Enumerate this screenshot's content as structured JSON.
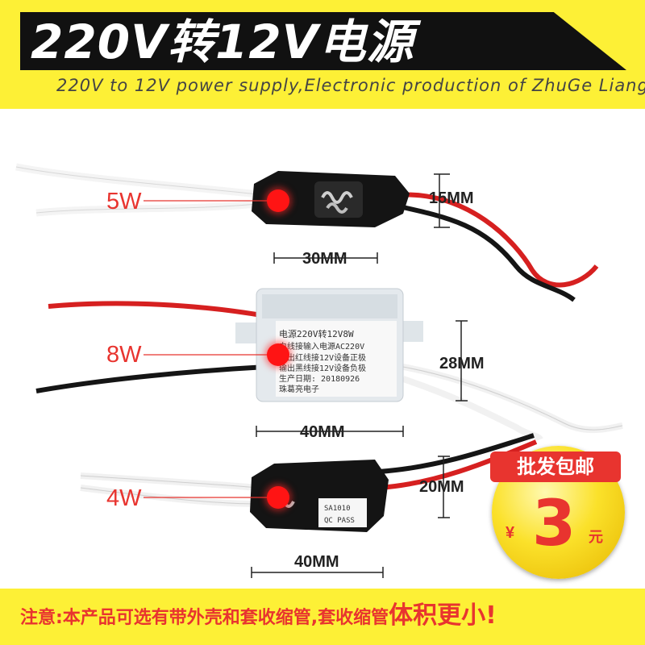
{
  "header": {
    "title": "220V转12V电源",
    "subtitle": "220V to 12V power supply,Electronic production of ZhuGe Liang"
  },
  "modules": [
    {
      "power": "5W",
      "length": "30MM",
      "height": "15MM"
    },
    {
      "power": "8W",
      "length": "40MM",
      "height": "28MM",
      "label_lines": [
        "电源220V转12V8W",
        "白线接输入电源AC220V",
        "输出红线接12V设备正极",
        "输出黑线接12V设备负极",
        "生产日期: 20180926",
        "珠葛亮电子"
      ]
    },
    {
      "power": "4W",
      "length": "40MM",
      "height": "20MM",
      "label_lines": [
        "SA1010",
        "QC PASS"
      ]
    }
  ],
  "badge": {
    "text": "批发包邮",
    "currency": "¥",
    "price": "3",
    "unit": "元"
  },
  "footer": {
    "text": "注意:本产品可选有带外壳和套收缩管,套收缩管",
    "emphasis": "体积更小!"
  },
  "colors": {
    "yellow": "#fdf036",
    "red": "#e8342f",
    "black": "#111111"
  }
}
